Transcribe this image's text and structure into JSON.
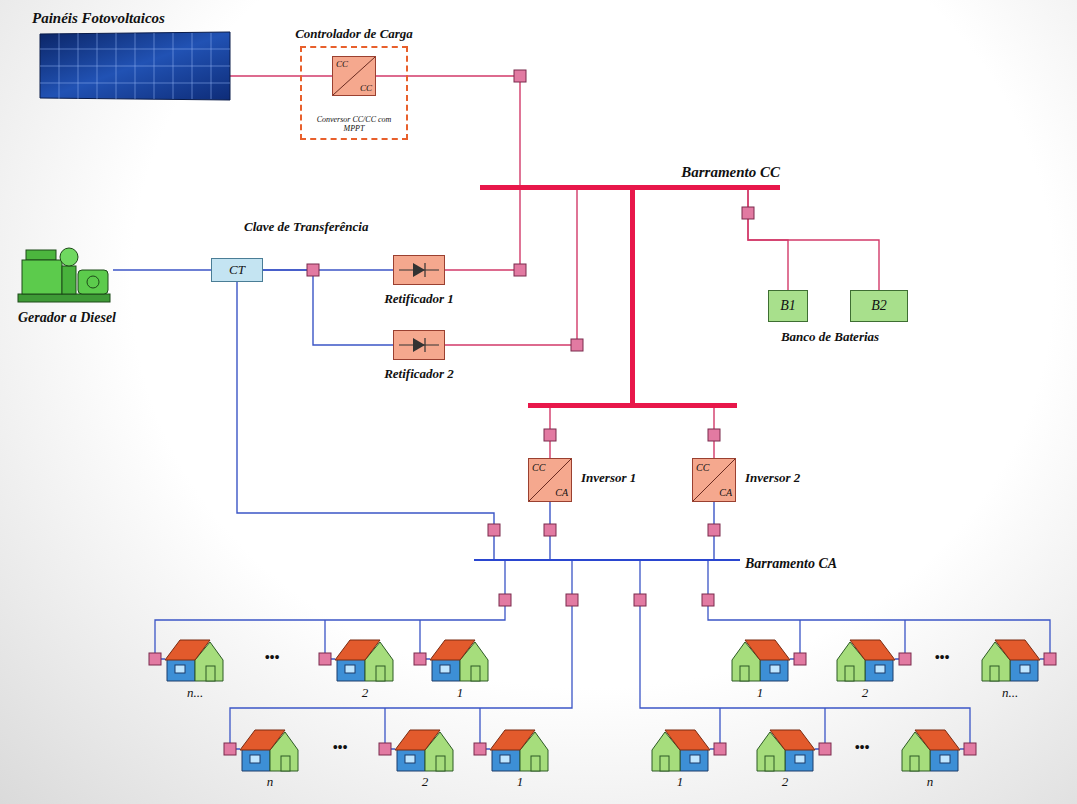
{
  "diagram": {
    "nodes": [
      {
        "text": [
          "Painéis Fotovoltaicos"
        ]
      },
      {
        "text": [
          "Controlador de Carga",
          "Conversor CC/CC com MPPT"
        ]
      },
      {
        "text": [
          "CC",
          "CC"
        ],
        "in": 1
      },
      {
        "text": [
          "Barramento CC"
        ]
      },
      {
        "text": [
          "Gerador a Diesel"
        ]
      },
      {
        "text": [
          "Clave de Transferência",
          "CT"
        ]
      },
      {
        "text": [
          "Retificador 1"
        ]
      },
      {
        "text": [
          "Retificador 2"
        ]
      },
      {
        "text": [
          "B1"
        ]
      },
      {
        "text": [
          "B2"
        ]
      },
      {
        "text": [
          "CC",
          "CA",
          "Inversor 1"
        ]
      },
      {
        "text": [
          "CC",
          "CA",
          "Inversor 2"
        ]
      },
      {
        "text": [
          "Barramento CA"
        ]
      }
    ],
    "edges": [
      {
        "from": 0,
        "to": 2,
        "arrow": "none"
      },
      {
        "from": 2,
        "to": 3,
        "arrow": "none"
      },
      {
        "from": 4,
        "to": 5,
        "arrow": "none"
      },
      {
        "from": 5,
        "to": 6,
        "arrow": "none"
      },
      {
        "from": 5,
        "to": 7,
        "arrow": "none"
      },
      {
        "from": 6,
        "to": 3,
        "arrow": "none"
      },
      {
        "from": 7,
        "to": 3,
        "arrow": "none"
      },
      {
        "from": 3,
        "to": 8,
        "arrow": "none"
      },
      {
        "from": 3,
        "to": 9,
        "arrow": "none"
      },
      {
        "from": 3,
        "to": 10,
        "arrow": "none"
      },
      {
        "from": 3,
        "to": 11,
        "arrow": "none"
      },
      {
        "from": 10,
        "to": 12,
        "arrow": "none"
      },
      {
        "from": 11,
        "to": 12,
        "arrow": "none"
      },
      {
        "from": 5,
        "to": 12,
        "arrow": "none"
      }
    ],
    "labels": [
      "Banco de Baterias",
      "n...",
      "2",
      "1",
      "1",
      "2",
      "n...",
      "n",
      "2",
      "1",
      "1",
      "2",
      "n",
      "•••",
      "•••",
      "•••",
      "•••"
    ]
  }
}
